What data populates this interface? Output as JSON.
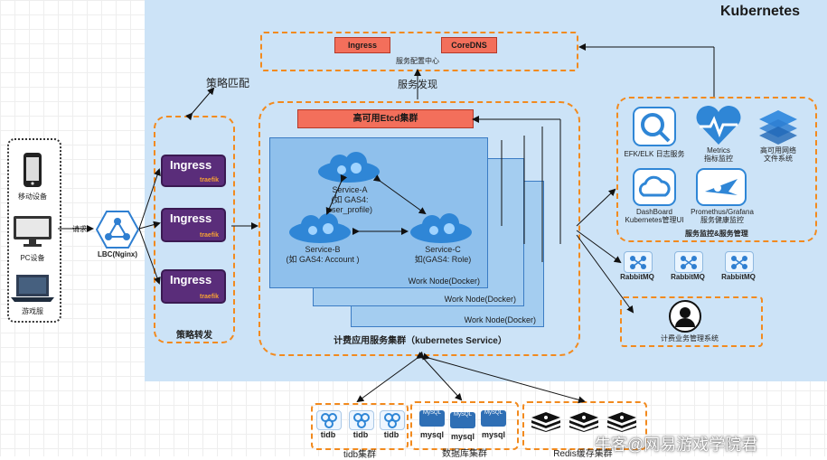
{
  "kubernetes": {
    "title": "Kubernetes"
  },
  "config_center": {
    "ingress": "Ingress",
    "coredns": "CoreDNS",
    "label": "服务配置中心"
  },
  "edge_labels": {
    "policy_match": "策略匹配",
    "service_discovery": "服务发现",
    "request": "请求"
  },
  "clients": [
    {
      "label": "移动设备",
      "icon": "phone-icon"
    },
    {
      "label": "PC设备",
      "icon": "monitor-icon"
    },
    {
      "label": "游戏服",
      "icon": "laptop-icon"
    }
  ],
  "load_balancer": {
    "label": "LBC(Nginx)"
  },
  "policy_forward": {
    "label": "策略转发",
    "ingresses": [
      {
        "title": "Ingress",
        "sub": "traefik"
      },
      {
        "title": "Ingress",
        "sub": "traefik"
      },
      {
        "title": "Ingress",
        "sub": "traefik"
      }
    ]
  },
  "cluster": {
    "etcd": "高可用Etcd集群",
    "label": "计费应用服务集群（kubernetes Service）",
    "work_nodes": [
      "Work Node(Docker)",
      "Work Node(Docker)",
      "Work Node(Docker)"
    ],
    "services": {
      "a": [
        "Service-A",
        "(如 GAS4:",
        "user_profile)"
      ],
      "b": [
        "Service-B",
        "(如 GAS4: Account )"
      ],
      "c": [
        "Service-C",
        "如(GAS4: Role)"
      ]
    }
  },
  "monitoring": {
    "label": "服务监控&服务管理",
    "items": [
      {
        "label": "EFK/ELK 日志服务",
        "icon": "search-log-icon"
      },
      {
        "label": "Metrics\n指标监控",
        "icon": "heartbeat-icon"
      },
      {
        "label": "高可用网络\n文件系统",
        "icon": "layers-icon"
      },
      {
        "label": "DashBoard\nKubernetes管理UI",
        "icon": "cloud-dashboard-icon"
      },
      {
        "label": "Promethus/Grafana\n服务健康监控",
        "icon": "flame-icon"
      }
    ]
  },
  "rabbitmq": [
    "RabbitMQ",
    "RabbitMQ",
    "RabbitMQ"
  ],
  "biz_system": {
    "label": "计费业务管理系统",
    "icon": "user-icon"
  },
  "tidb": {
    "label": "tidb集群",
    "items": [
      "tidb",
      "tidb",
      "tidb"
    ]
  },
  "database": {
    "label": "数据库集群",
    "items": [
      "mysql",
      "mysql",
      "mysql"
    ],
    "badge": "MySQL"
  },
  "redis": {
    "label": "Redis缓存集群"
  },
  "watermark": "牛客@网易游戏学院君",
  "colors": {
    "k8s_bg": "#cce3f7",
    "orange": "#f28a1e",
    "red_box": "#f36f5b",
    "ingress": "#5a2d7a",
    "node": "#8fc0ec"
  }
}
